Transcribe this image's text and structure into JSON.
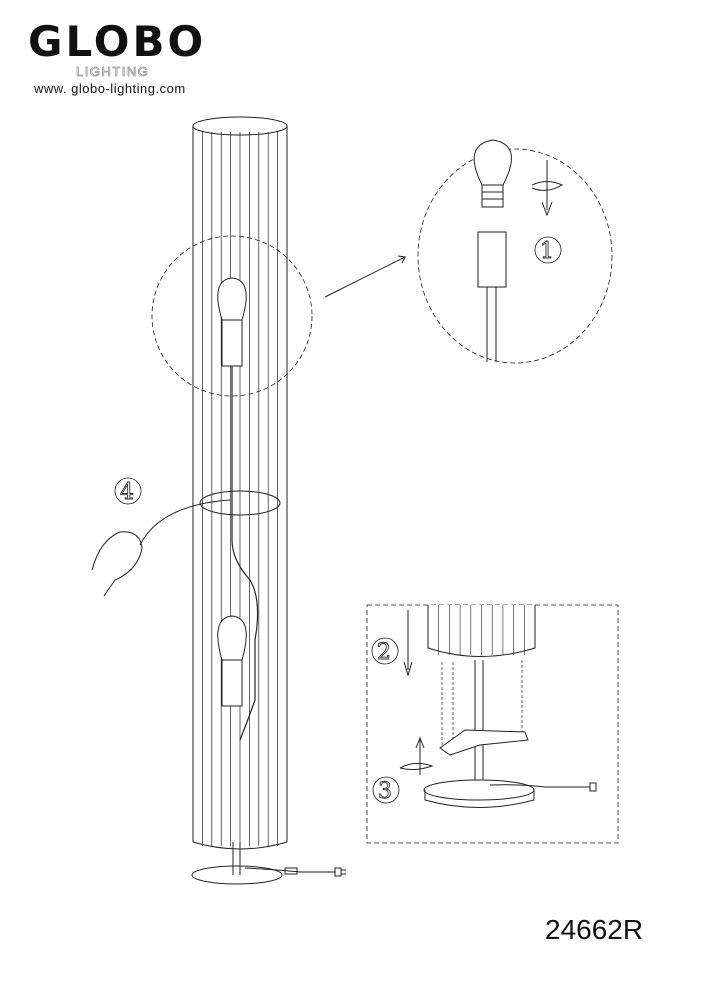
{
  "brand": {
    "logo": "GLOBO",
    "sub": "LIGHTING",
    "url": "www. globo-lighting.com"
  },
  "model_number": "24662R",
  "steps": {
    "s1": "1",
    "s2": "2",
    "s3": "3",
    "s4": "4"
  }
}
